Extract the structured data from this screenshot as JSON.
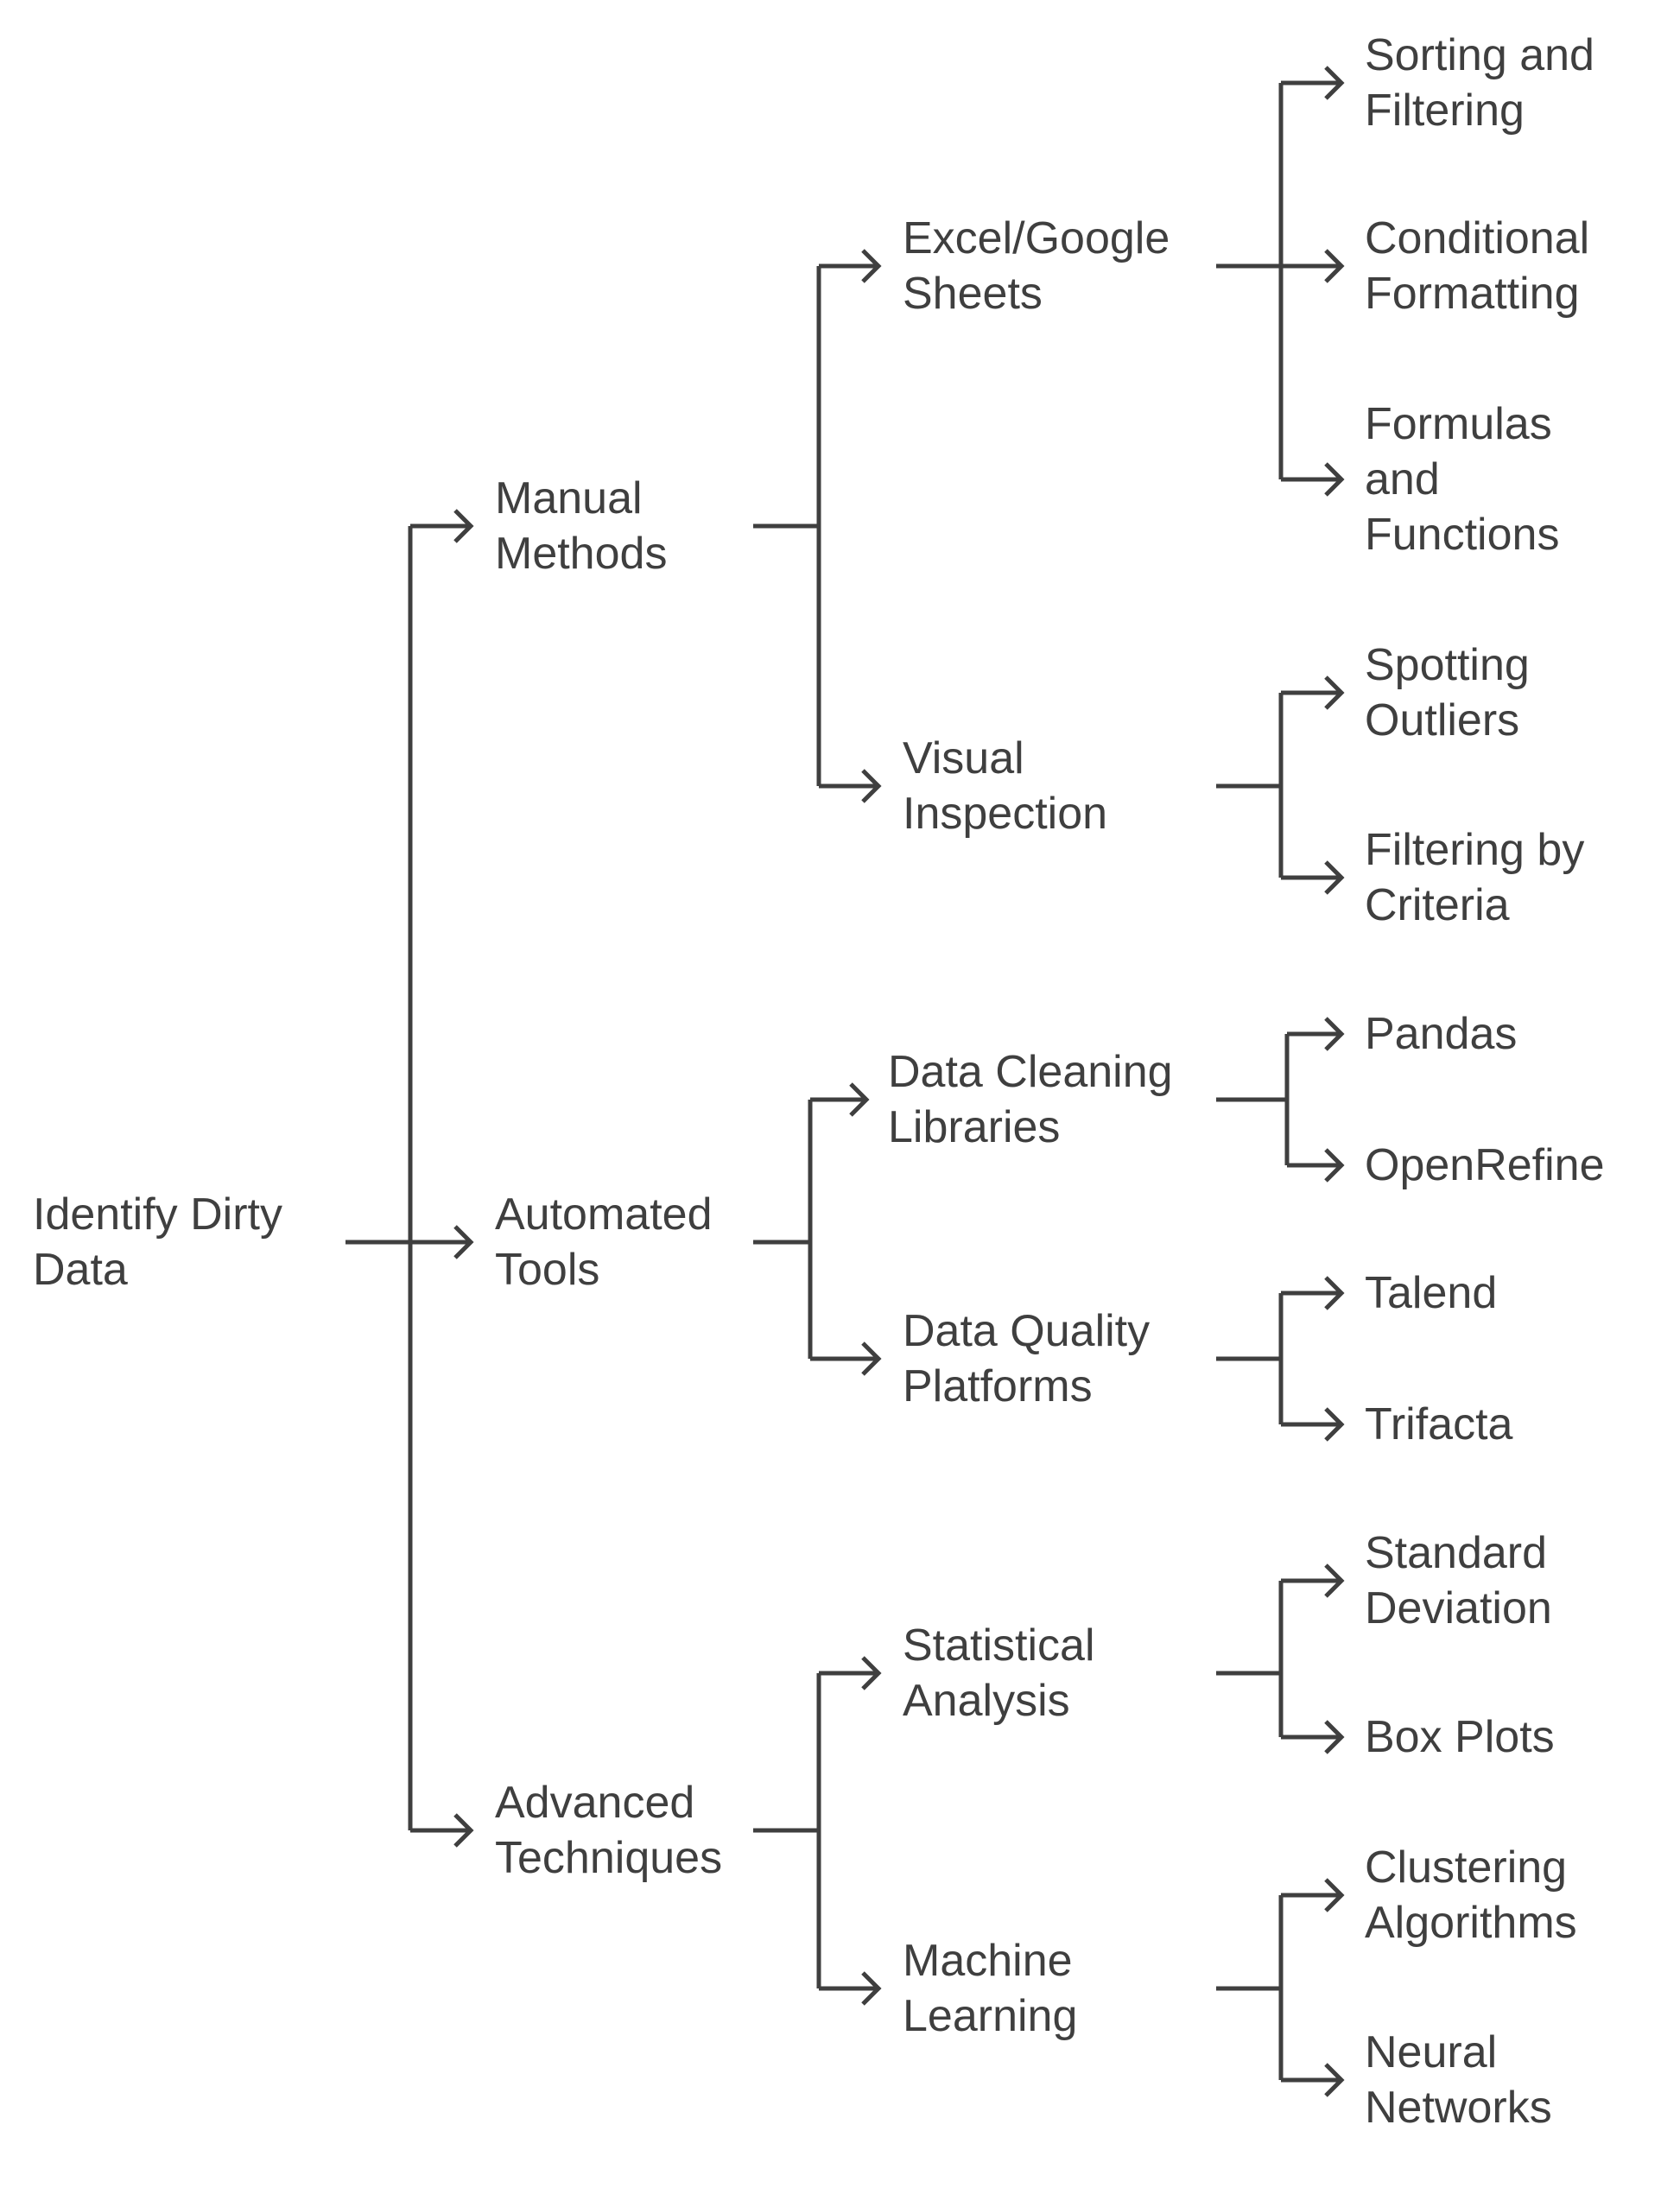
{
  "diagram": {
    "type": "tree",
    "root": {
      "label": "Identify Dirty\nData",
      "children": [
        {
          "label": "Manual\nMethods",
          "children": [
            {
              "label": "Excel/Google\nSheets",
              "children": [
                {
                  "label": "Sorting and\nFiltering"
                },
                {
                  "label": "Conditional\nFormatting"
                },
                {
                  "label": "Formulas\nand\nFunctions"
                }
              ]
            },
            {
              "label": "Visual\nInspection",
              "children": [
                {
                  "label": "Spotting\nOutliers"
                },
                {
                  "label": "Filtering by\nCriteria"
                }
              ]
            }
          ]
        },
        {
          "label": "Automated\nTools",
          "children": [
            {
              "label": "Data Cleaning\nLibraries",
              "children": [
                {
                  "label": "Pandas"
                },
                {
                  "label": "OpenRefine"
                }
              ]
            },
            {
              "label": "Data Quality\nPlatforms",
              "children": [
                {
                  "label": "Talend"
                },
                {
                  "label": "Trifacta"
                }
              ]
            }
          ]
        },
        {
          "label": "Advanced\nTechniques",
          "children": [
            {
              "label": "Statistical\nAnalysis",
              "children": [
                {
                  "label": "Standard\nDeviation"
                },
                {
                  "label": "Box Plots"
                }
              ]
            },
            {
              "label": "Machine\nLearning",
              "children": [
                {
                  "label": "Clustering\nAlgorithms"
                },
                {
                  "label": "Neural\nNetworks"
                }
              ]
            }
          ]
        }
      ]
    },
    "colors": {
      "line": "#3f3f3f",
      "text": "#3f3f3f",
      "background": "#ffffff"
    }
  }
}
